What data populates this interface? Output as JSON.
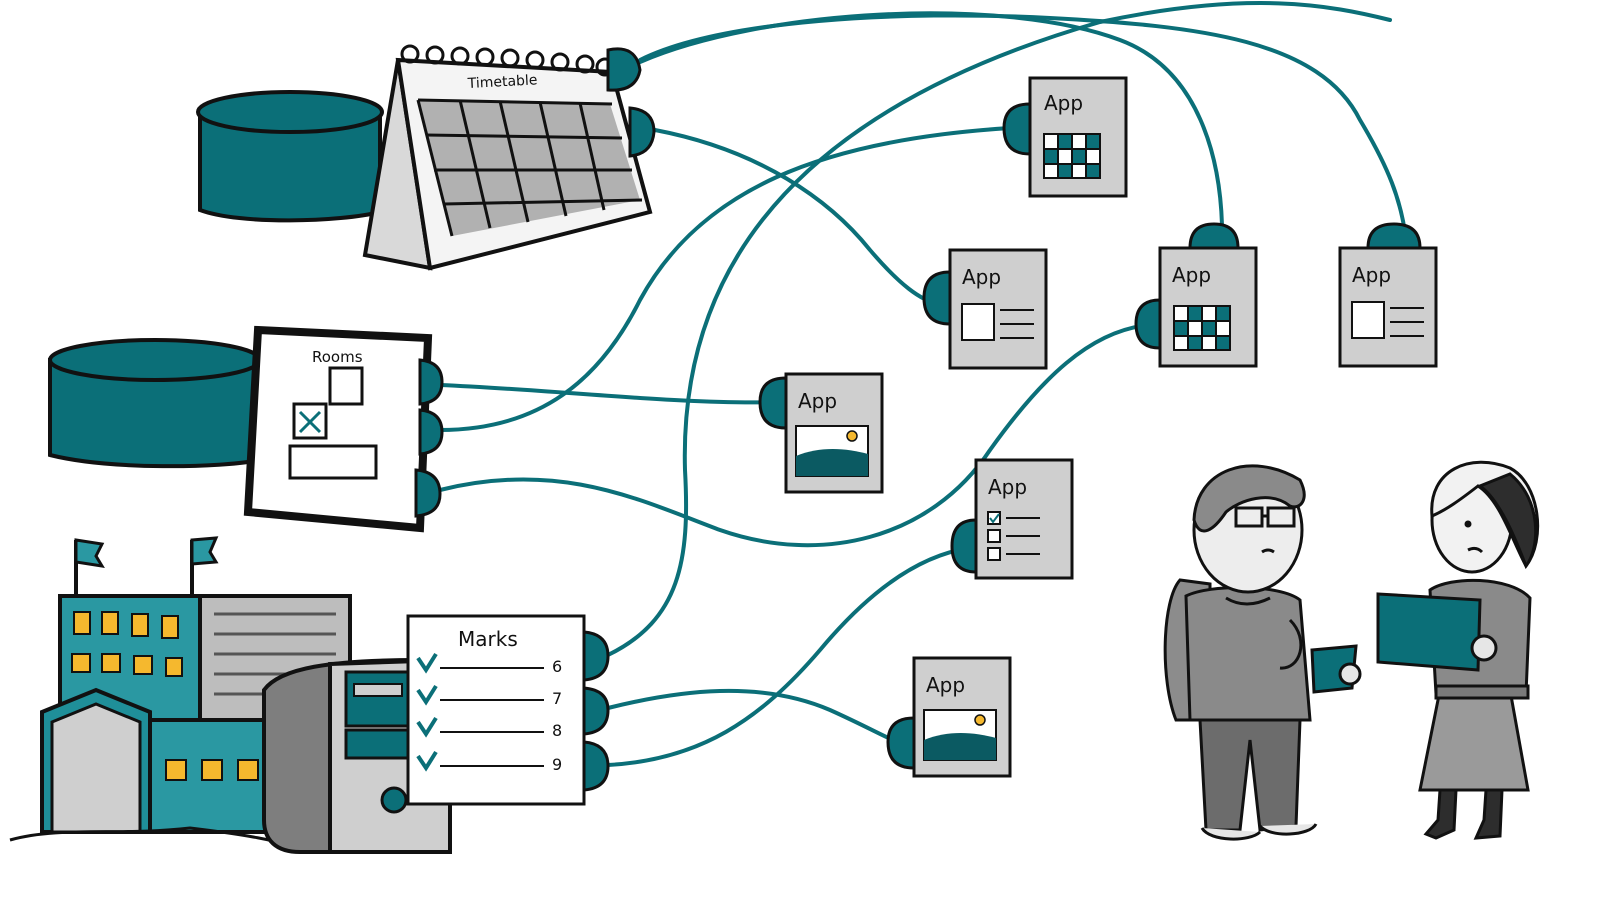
{
  "colors": {
    "teal": "#0b6f78",
    "teal_dark": "#0a5a62",
    "teal_light": "#1f8f99",
    "card_gray": "#cfcfcf",
    "outline": "#111111",
    "window_yellow": "#f5b82e",
    "building_teal": "#2a98a2"
  },
  "labels": {
    "timetable": "Timetable",
    "rooms": "Rooms",
    "marks": "Marks",
    "app": "App",
    "marks_rows": [
      "6",
      "7",
      "8",
      "9"
    ]
  },
  "sources": [
    {
      "id": "timetable",
      "kind": "calendar",
      "name": "Timetable"
    },
    {
      "id": "rooms",
      "kind": "floorplan",
      "name": "Rooms"
    },
    {
      "id": "marks",
      "kind": "checklist",
      "name": "Marks"
    }
  ],
  "apps": [
    {
      "id": "app-1",
      "icon": "grid-icon"
    },
    {
      "id": "app-2",
      "icon": "document-icon"
    },
    {
      "id": "app-3",
      "icon": "grid-icon"
    },
    {
      "id": "app-4",
      "icon": "document-icon"
    },
    {
      "id": "app-5",
      "icon": "picture-icon"
    },
    {
      "id": "app-6",
      "icon": "checklist-icon"
    },
    {
      "id": "app-7",
      "icon": "picture-icon"
    }
  ],
  "people": [
    "student-figure",
    "woman-with-tablet-figure"
  ]
}
